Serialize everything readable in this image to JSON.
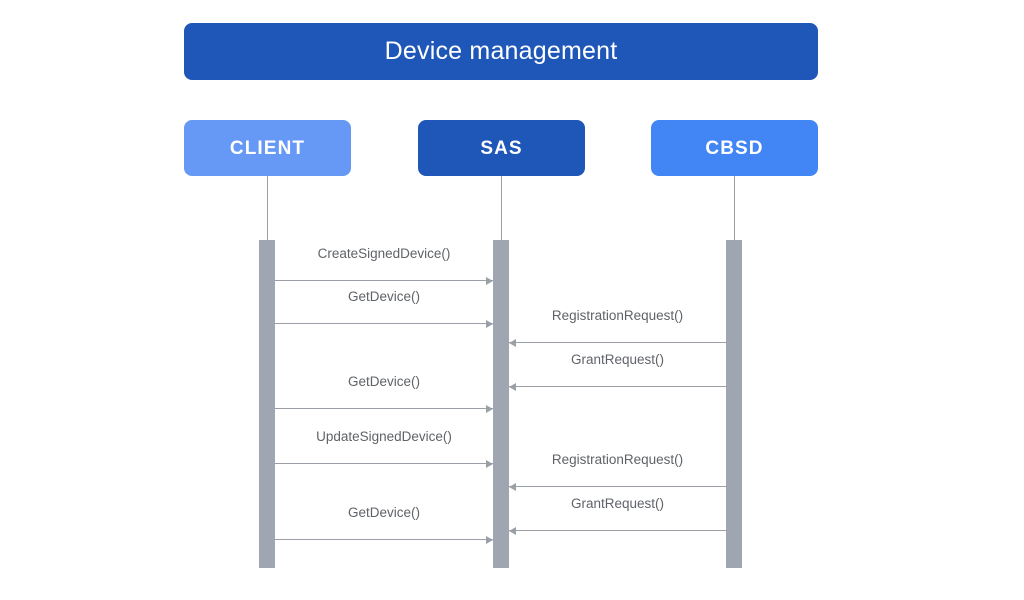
{
  "diagram": {
    "title": "Device management",
    "type": "sequence-diagram",
    "colors": {
      "title_bar": "#1F57B8",
      "client_box": "#6699F5",
      "sas_box": "#1F57B8",
      "cbsd_box": "#4285F4",
      "activation_bar": "#9FA6B2",
      "lifeline": "#9AA0A6",
      "message_text": "#5F6368",
      "background": "#FFFFFF"
    },
    "participants": [
      {
        "id": "client",
        "label": "CLIENT",
        "color": "#6699F5"
      },
      {
        "id": "sas",
        "label": "SAS",
        "color": "#1F57B8"
      },
      {
        "id": "cbsd",
        "label": "CBSD",
        "color": "#4285F4"
      }
    ],
    "messages": [
      {
        "label": "CreateSignedDevice()",
        "from": "CLIENT",
        "to": "SAS",
        "direction": "right"
      },
      {
        "label": "GetDevice()",
        "from": "CLIENT",
        "to": "SAS",
        "direction": "right"
      },
      {
        "label": "RegistrationRequest()",
        "from": "CBSD",
        "to": "SAS",
        "direction": "left"
      },
      {
        "label": "GrantRequest()",
        "from": "CBSD",
        "to": "SAS",
        "direction": "left"
      },
      {
        "label": "GetDevice()",
        "from": "CLIENT",
        "to": "SAS",
        "direction": "right"
      },
      {
        "label": "UpdateSignedDevice()",
        "from": "CLIENT",
        "to": "SAS",
        "direction": "right"
      },
      {
        "label": "RegistrationRequest()",
        "from": "CBSD",
        "to": "SAS",
        "direction": "left"
      },
      {
        "label": "GrantRequest()",
        "from": "CBSD",
        "to": "SAS",
        "direction": "left"
      },
      {
        "label": "GetDevice()",
        "from": "CLIENT",
        "to": "SAS",
        "direction": "right"
      }
    ]
  }
}
